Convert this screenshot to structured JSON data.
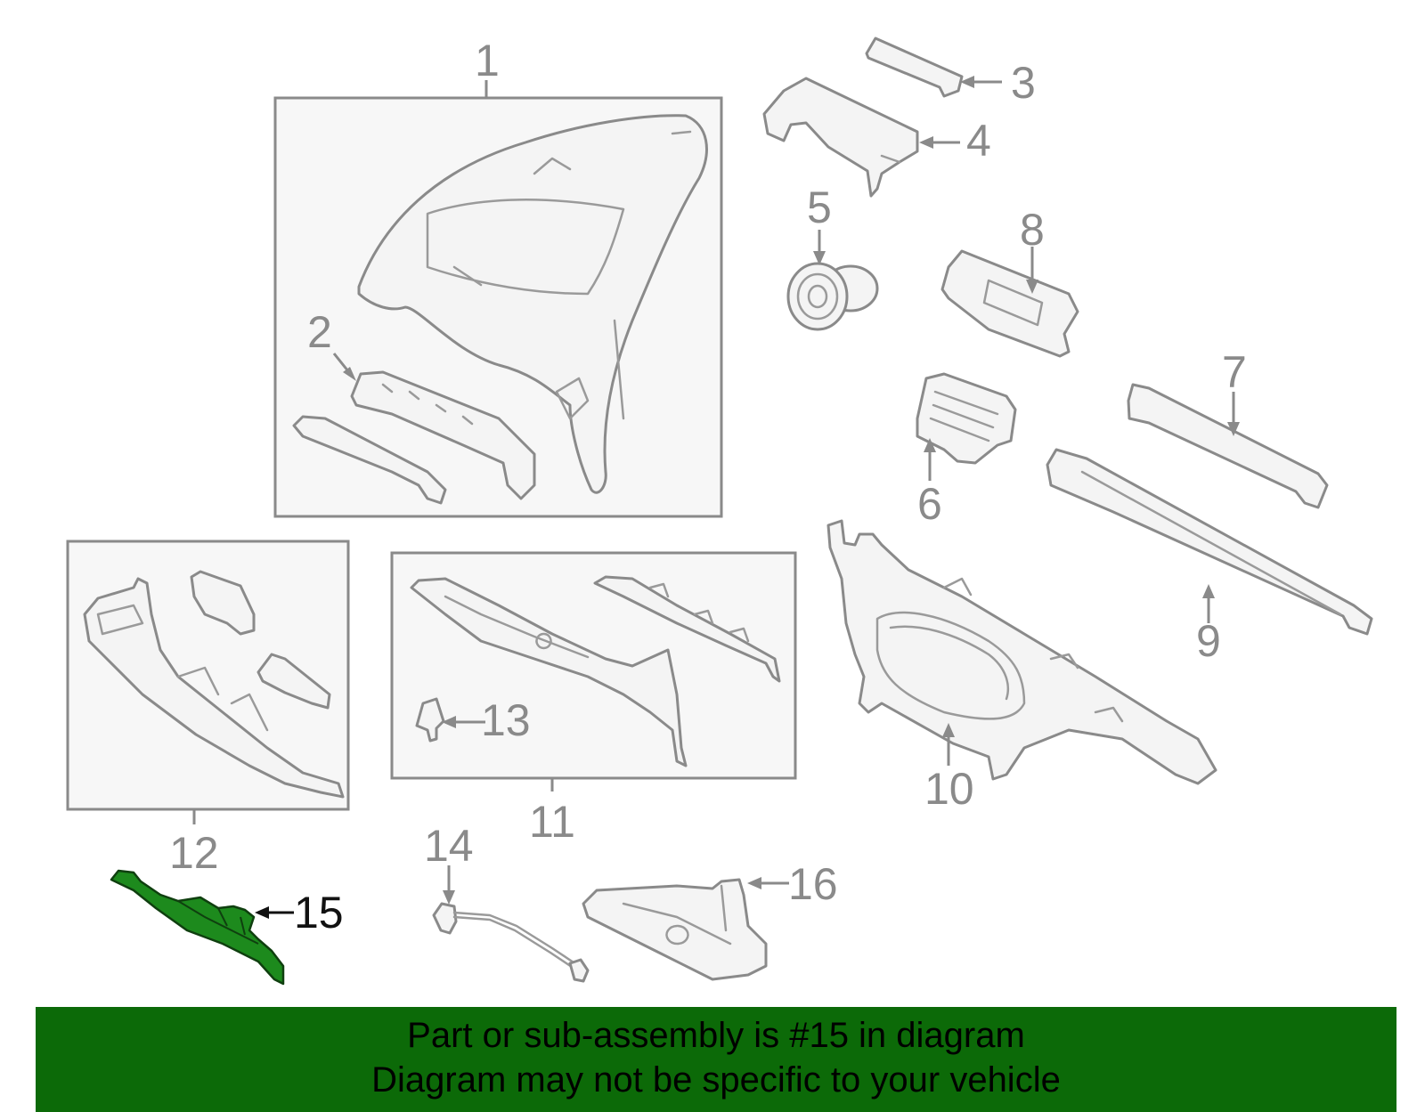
{
  "diagram": {
    "callouts": {
      "c1": "1",
      "c2": "2",
      "c3": "3",
      "c4": "4",
      "c5": "5",
      "c6": "6",
      "c7": "7",
      "c8": "8",
      "c9": "9",
      "c10": "10",
      "c11": "11",
      "c12": "12",
      "c13": "13",
      "c14": "14",
      "c15": "15",
      "c16": "16"
    },
    "highlighted_part": "15",
    "highlight_color": "#1d8a1d",
    "line_color": "#8a8a8a"
  },
  "banner": {
    "line1": "Part or sub-assembly is #15 in diagram",
    "line2": "Diagram may not be specific to your vehicle",
    "background": "#0c6a08"
  }
}
